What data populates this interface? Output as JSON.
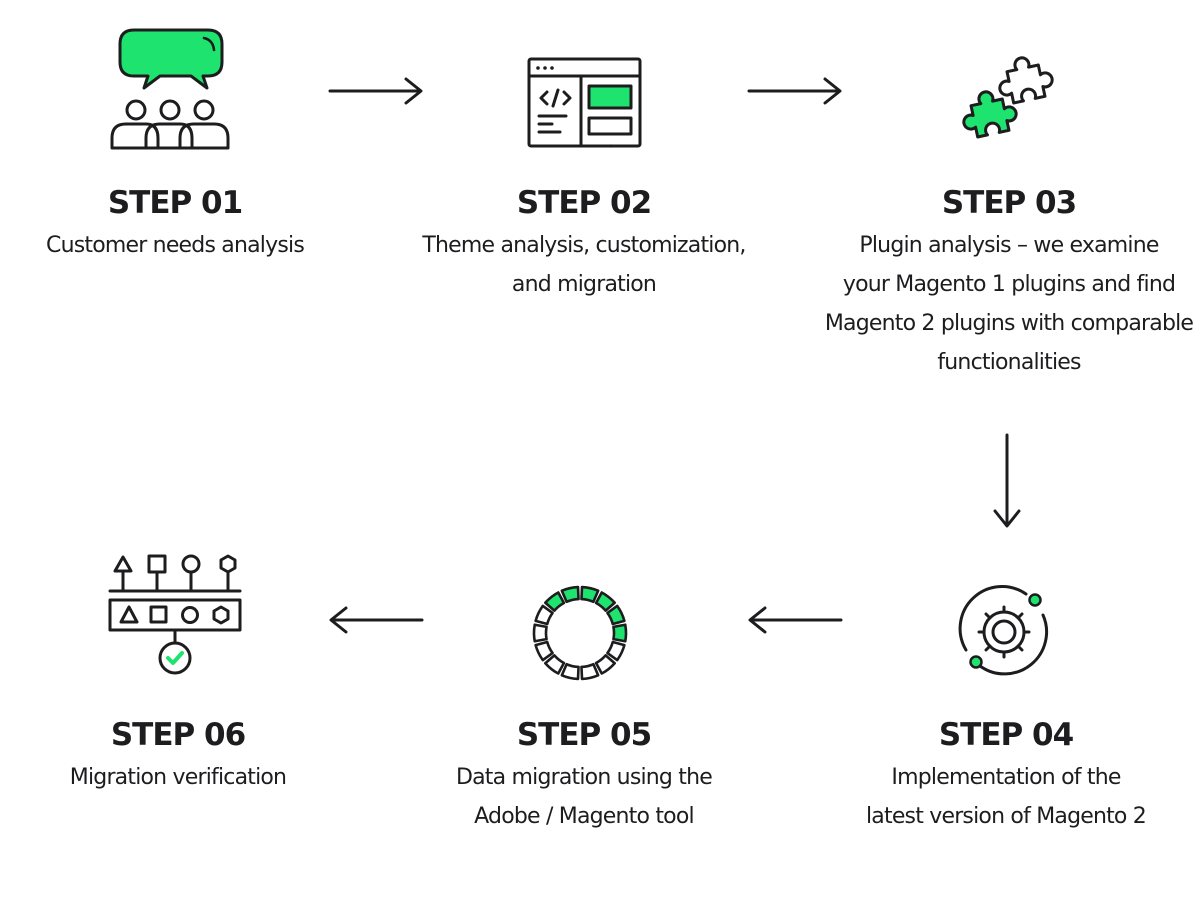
{
  "colors": {
    "accent": "#1ee36e",
    "ink": "#1d1d1f",
    "background": "#ffffff"
  },
  "steps": [
    {
      "title": "STEP 01",
      "description": [
        "Customer needs analysis"
      ],
      "icon": "customer-chat-icon"
    },
    {
      "title": "STEP 02",
      "description": [
        "Theme analysis, customization,",
        "and migration"
      ],
      "icon": "code-window-icon"
    },
    {
      "title": "STEP 03",
      "description": [
        "Plugin analysis – we examine",
        "your Magento 1 plugins and find",
        "Magento 2 plugins with comparable",
        "functionalities"
      ],
      "icon": "puzzle-icon"
    },
    {
      "title": "STEP 04",
      "description": [
        "Implementation of the",
        "latest version of Magento 2"
      ],
      "icon": "gear-orbit-icon"
    },
    {
      "title": "STEP 05",
      "description": [
        "Data migration using the",
        "Adobe / Magento tool"
      ],
      "icon": "loading-ring-icon"
    },
    {
      "title": "STEP 06",
      "description": [
        "Migration verification"
      ],
      "icon": "shape-check-icon"
    }
  ]
}
